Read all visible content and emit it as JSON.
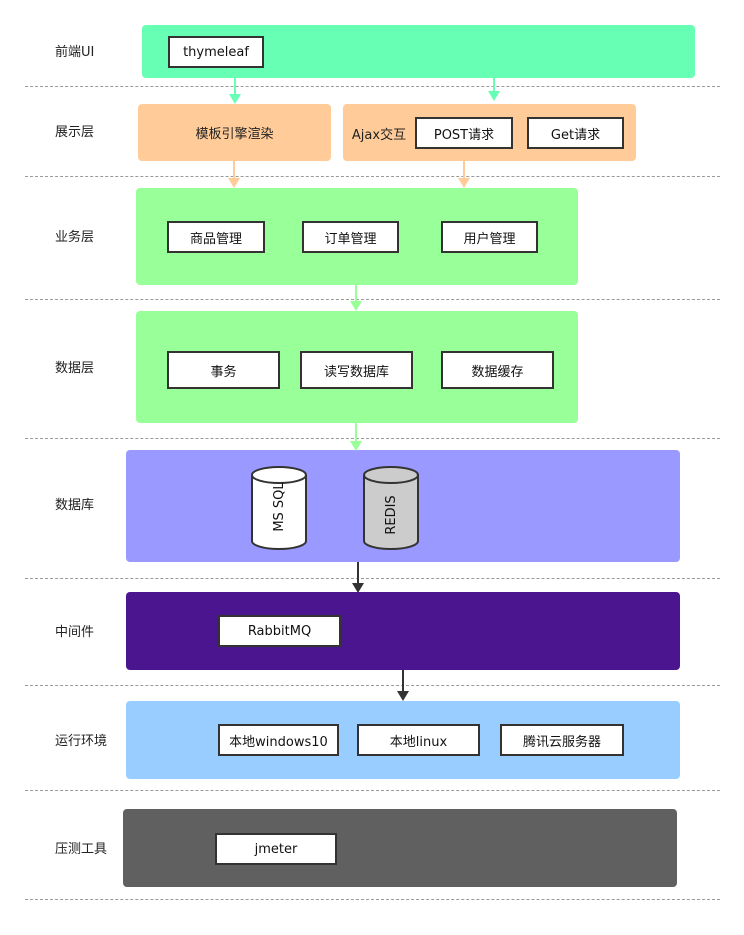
{
  "layers": {
    "frontend": {
      "label": "前端UI",
      "items": [
        "thymeleaf"
      ]
    },
    "presentation": {
      "label": "展示层",
      "template": "模板引擎渲染",
      "ajax": "Ajax交互",
      "post": "POST请求",
      "get": "Get请求"
    },
    "business": {
      "label": "业务层",
      "items": [
        "商品管理",
        "订单管理",
        "用户管理"
      ]
    },
    "data": {
      "label": "数据层",
      "items": [
        "事务",
        "读写数据库",
        "数据缓存"
      ]
    },
    "database": {
      "label": "数据库",
      "items": [
        "MS SQL",
        "REDIS"
      ]
    },
    "middleware": {
      "label": "中间件",
      "items": [
        "RabbitMQ"
      ]
    },
    "runtime": {
      "label": "运行环境",
      "items": [
        "本地windows10",
        "本地linux",
        "腾讯云服务器"
      ]
    },
    "loadtest": {
      "label": "压测工具",
      "items": [
        "jmeter"
      ]
    }
  },
  "colors": {
    "frontend": "#66ffb3",
    "presentation": "#ffcc99",
    "business": "#99ff99",
    "data": "#99ff99",
    "database": "#9999ff",
    "middleware": "#4c1590",
    "runtime": "#99ccff",
    "loadtest": "#606060",
    "arrow_green": "#66ffb3",
    "arrow_orange": "#ffcc99",
    "arrow_dark": "#333333"
  }
}
